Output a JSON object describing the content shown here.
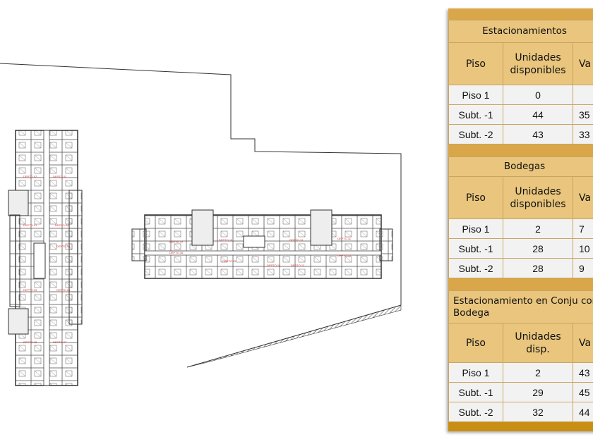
{
  "tables": [
    {
      "title": "Estacionamientos",
      "headers": [
        "Piso",
        "Unidades disponibles",
        "Va"
      ],
      "rows": [
        [
          "Piso 1",
          "0",
          ""
        ],
        [
          "Subt. -1",
          "44",
          "35"
        ],
        [
          "Subt. -2",
          "43",
          "33"
        ]
      ]
    },
    {
      "title": "Bodegas",
      "headers": [
        "Piso",
        "Unidades disponibles",
        "Va"
      ],
      "rows": [
        [
          "Piso 1",
          "2",
          "7"
        ],
        [
          "Subt. -1",
          "28",
          "10"
        ],
        [
          "Subt. -2",
          "28",
          "9"
        ]
      ]
    },
    {
      "title": "Estacionamiento en Conju con Bodega",
      "headers": [
        "Piso",
        "Unidades disp.",
        "Va"
      ],
      "rows": [
        [
          "Piso 1",
          "2",
          "43"
        ],
        [
          "Subt. -1",
          "29",
          "45"
        ],
        [
          "Subt. -2",
          "32",
          "44"
        ]
      ]
    }
  ],
  "colors": {
    "gold_bar": "#d9a64a",
    "header_bg": "#e9c57d",
    "row_bg": "#f2f2f2",
    "unit_label": "#e03030"
  }
}
